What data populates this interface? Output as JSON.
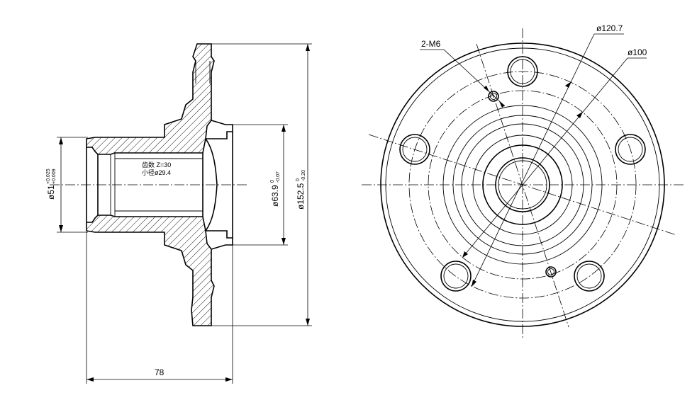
{
  "side_view": {
    "dim_bore": "ø51",
    "dim_bore_tol_upper": "+0.025",
    "dim_bore_tol_lower": "+0.009",
    "spline_teeth": "齿数 Z=30",
    "spline_minor": "小径ø29.4",
    "dim_pilot": "ø63.9",
    "dim_pilot_tol_upper": "0",
    "dim_pilot_tol_lower": "-0.07",
    "dim_flange": "ø152.5",
    "dim_flange_tol_upper": "0",
    "dim_flange_tol_lower": "-0.20",
    "dim_length": "78"
  },
  "front_view": {
    "label_tapped_holes": "2-M6",
    "label_pcd_large": "ø120.7",
    "label_pcd_small": "ø100"
  }
}
